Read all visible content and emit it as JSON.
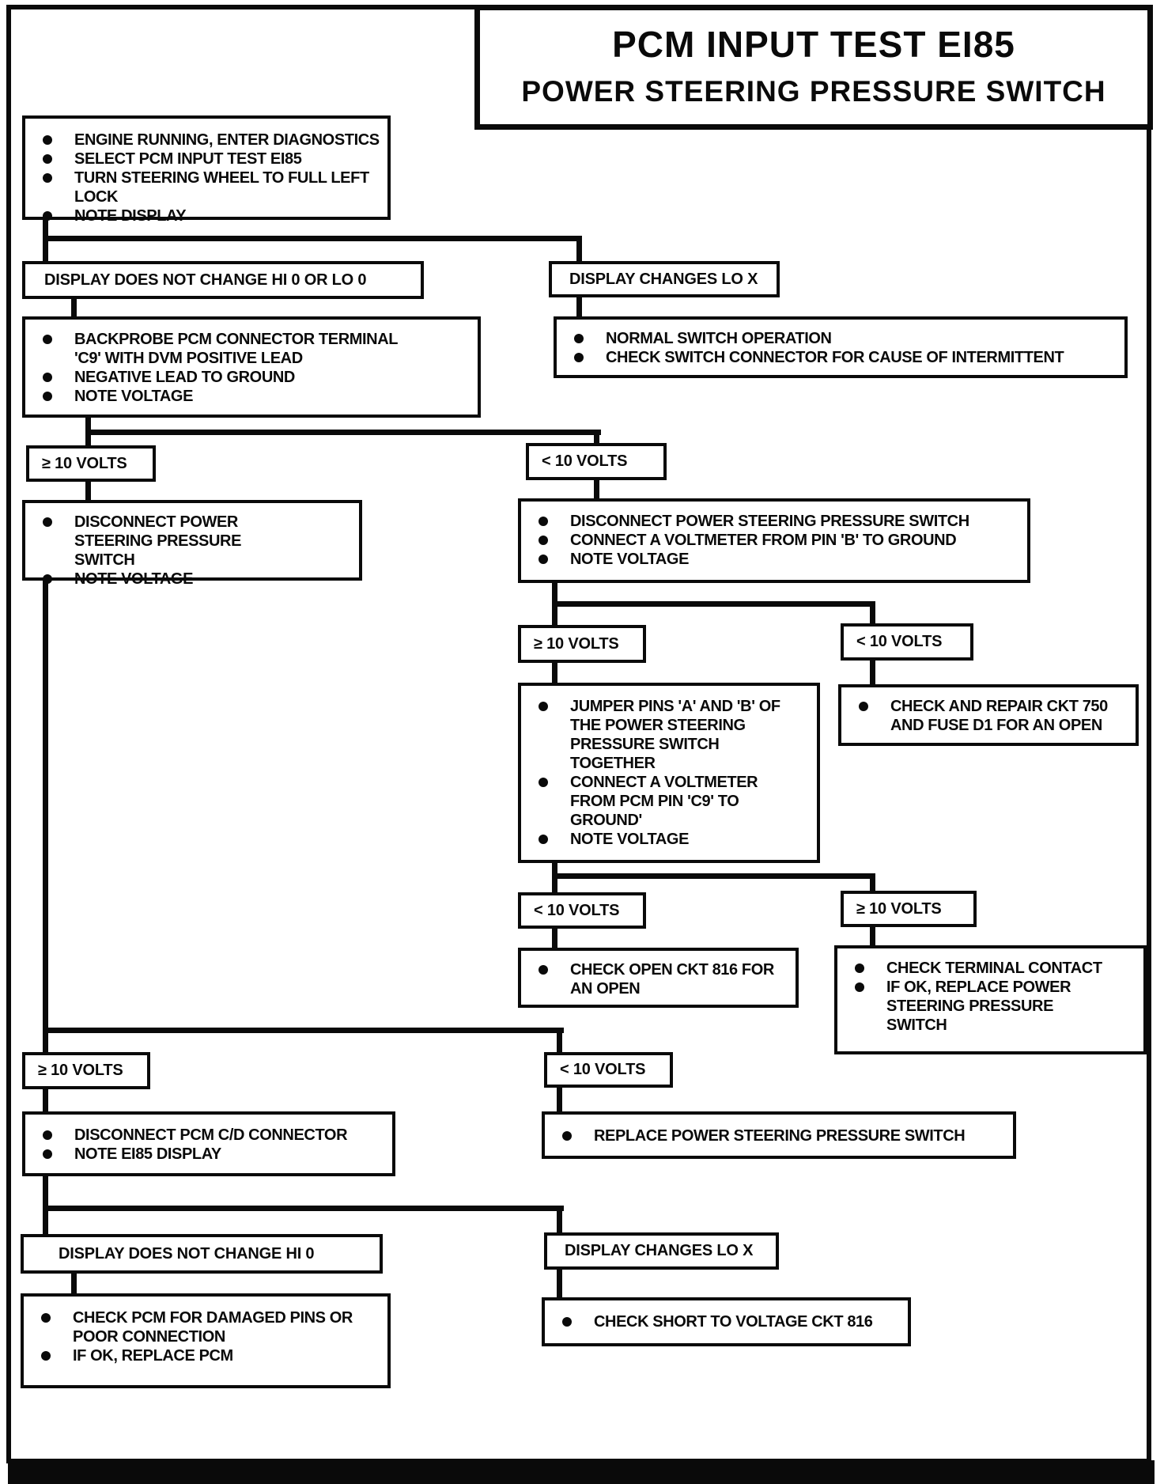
{
  "title": {
    "line1": "PCM INPUT TEST EI85",
    "line2": "POWER STEERING PRESSURE SWITCH"
  },
  "colors": {
    "ink": "#0a0a0a",
    "paper": "#ffffff"
  },
  "nodes": {
    "start": {
      "bullets": [
        "ENGINE RUNNING, ENTER DIAGNOSTICS",
        "SELECT PCM INPUT TEST EI85",
        "TURN STEERING WHEEL TO FULL LEFT LOCK",
        "NOTE DISPLAY"
      ]
    },
    "display_no_change_1": {
      "label": "DISPLAY DOES NOT CHANGE HI 0 OR LO 0"
    },
    "display_changes_1": {
      "label": "DISPLAY CHANGES LO X"
    },
    "backprobe": {
      "bullets": [
        "BACKPROBE PCM CONNECTOR TERMINAL 'C9' WITH DVM POSITIVE LEAD",
        "NEGATIVE LEAD TO GROUND",
        "NOTE VOLTAGE"
      ]
    },
    "normal_switch": {
      "bullets": [
        "NORMAL SWITCH OPERATION",
        "CHECK SWITCH CONNECTOR FOR CAUSE OF INTERMITTENT"
      ]
    },
    "ge10_1": {
      "label": "≥ 10 VOLTS"
    },
    "lt10_1": {
      "label": "< 10 VOLTS"
    },
    "disconnect_left": {
      "bullets": [
        "DISCONNECT POWER STEERING PRESSURE SWITCH",
        "NOTE VOLTAGE"
      ]
    },
    "disconnect_right": {
      "bullets": [
        "DISCONNECT POWER STEERING PRESSURE SWITCH",
        "CONNECT A VOLTMETER FROM PIN 'B' TO GROUND",
        "NOTE VOLTAGE"
      ]
    },
    "ge10_2": {
      "label": "≥ 10 VOLTS"
    },
    "lt10_2": {
      "label": "< 10 VOLTS"
    },
    "jumper": {
      "bullets": [
        "JUMPER PINS 'A' AND 'B' OF THE POWER STEERING PRESSURE SWITCH TOGETHER",
        "CONNECT A VOLTMETER FROM PCM PIN 'C9' TO GROUND'",
        "NOTE VOLTAGE"
      ]
    },
    "ckt750": {
      "bullets": [
        "CHECK AND REPAIR CKT 750 AND FUSE D1 FOR AN OPEN"
      ]
    },
    "lt10_3": {
      "label": "< 10 VOLTS"
    },
    "ge10_3": {
      "label": "≥ 10 VOLTS"
    },
    "ckt816_open": {
      "bullets": [
        "CHECK OPEN CKT 816 FOR AN OPEN"
      ]
    },
    "terminal_contact": {
      "bullets": [
        "CHECK TERMINAL CONTACT",
        "IF OK, REPLACE POWER STEERING PRESSURE SWITCH"
      ]
    },
    "ge10_4": {
      "label": "≥ 10 VOLTS"
    },
    "lt10_4": {
      "label": "< 10 VOLTS"
    },
    "disconnect_pcm_cd": {
      "bullets": [
        "DISCONNECT PCM C/D CONNECTOR",
        "NOTE  EI85 DISPLAY"
      ]
    },
    "replace_switch": {
      "bullets": [
        "REPLACE POWER  STEERING PRESSURE SWITCH"
      ]
    },
    "display_no_change_2": {
      "label": "DISPLAY DOES NOT CHANGE HI 0"
    },
    "display_changes_2": {
      "label": "DISPLAY CHANGES LO X"
    },
    "check_pcm": {
      "bullets": [
        "CHECK PCM FOR DAMAGED PINS OR POOR CONNECTION",
        "IF OK, REPLACE PCM"
      ]
    },
    "ckt816_short": {
      "bullets": [
        "CHECK SHORT TO VOLTAGE CKT 816"
      ]
    }
  }
}
